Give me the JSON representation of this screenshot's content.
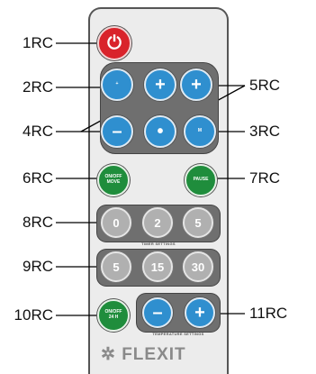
{
  "labels": {
    "l1": "1RC",
    "l2": "2RC",
    "l3": "3RC",
    "l4": "4RC",
    "l5": "5RC",
    "l6": "6RC",
    "l7": "7RC",
    "l8": "8RC",
    "l9": "9RC",
    "l10": "10RC",
    "l11": "11RC"
  },
  "buttons": {
    "power": "⏻",
    "plus_left": "+",
    "plus_right": "+",
    "minus_left": "–",
    "minus_mid": "•",
    "min_btn": "M",
    "onoff_move": "ON/OFF\nMOVE",
    "pause": "PAUSE",
    "timer": [
      "0",
      "2",
      "5"
    ],
    "temp_timer": [
      "5",
      "15",
      "30"
    ],
    "onoff_24h": "ON/OFF\n24 H",
    "temp_minus": "–",
    "temp_plus": "+"
  },
  "captions": {
    "timer_settings": "TIMER SETTINGS",
    "temperature_settings": "TEMPERATURE SETTINGS"
  },
  "brand": "FLEXIT",
  "colors": {
    "blue": "#2f8fcf",
    "green": "#1f8d3c",
    "red": "#d9232b",
    "grey": "#b0b0b0"
  }
}
